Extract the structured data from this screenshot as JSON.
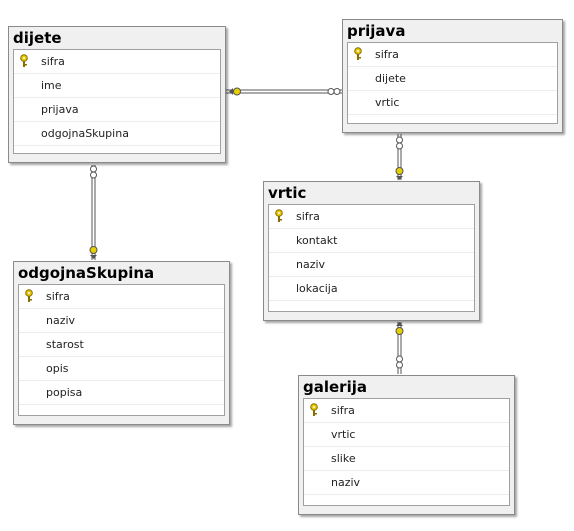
{
  "tables": {
    "dijete": {
      "name": "dijete",
      "columns": [
        "sifra",
        "ime",
        "prijava",
        "odgojnaSkupina"
      ]
    },
    "prijava": {
      "name": "prijava",
      "columns": [
        "sifra",
        "dijete",
        "vrtic"
      ]
    },
    "odgojnaSkupina": {
      "name": "odgojnaSkupina",
      "columns": [
        "sifra",
        "naziv",
        "starost",
        "opis",
        "popisa"
      ]
    },
    "vrtic": {
      "name": "vrtic",
      "columns": [
        "sifra",
        "kontakt",
        "naziv",
        "lokacija"
      ]
    },
    "galerija": {
      "name": "galerija",
      "columns": [
        "sifra",
        "vrtic",
        "slike",
        "naziv"
      ]
    }
  },
  "primary_key_icon": "key-icon",
  "relationships": [
    {
      "from": "dijete",
      "to": "prijava"
    },
    {
      "from": "dijete",
      "to": "odgojnaSkupina"
    },
    {
      "from": "prijava",
      "to": "vrtic"
    },
    {
      "from": "vrtic",
      "to": "galerija"
    }
  ],
  "colors": {
    "key": "#e8c800",
    "line": "#555555",
    "header_bg": "#f0f0f0"
  }
}
